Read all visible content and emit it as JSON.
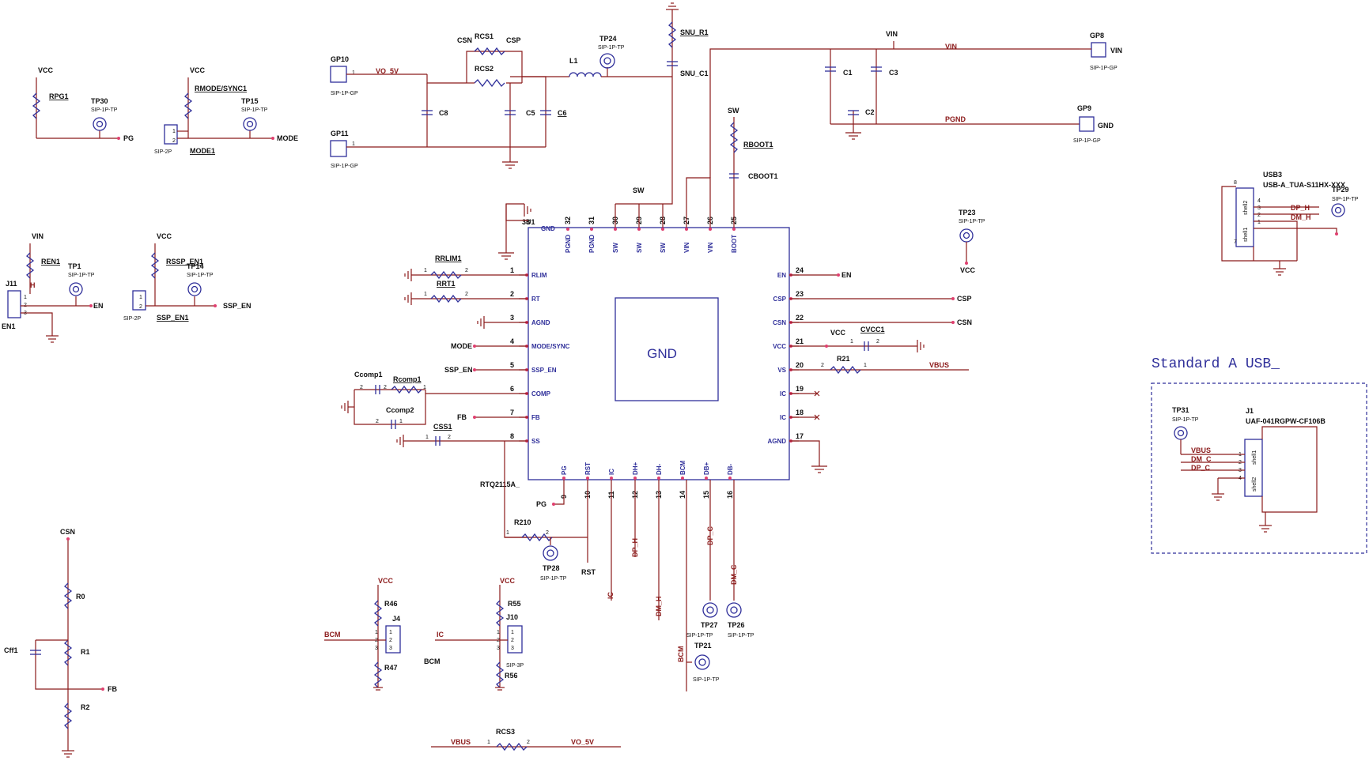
{
  "ic": {
    "ref": "U1",
    "part": "RTQ2115A_",
    "center_label": "GND",
    "left_pins": [
      {
        "num": "1",
        "name": "RLIM"
      },
      {
        "num": "2",
        "name": "RT"
      },
      {
        "num": "3",
        "name": "AGND"
      },
      {
        "num": "4",
        "name": "MODE/SYNC"
      },
      {
        "num": "5",
        "name": "SSP_EN"
      },
      {
        "num": "6",
        "name": "COMP"
      },
      {
        "num": "7",
        "name": "FB"
      },
      {
        "num": "8",
        "name": "SS"
      }
    ],
    "right_pins": [
      {
        "num": "24",
        "name": "EN"
      },
      {
        "num": "23",
        "name": "CSP"
      },
      {
        "num": "22",
        "name": "CSN"
      },
      {
        "num": "21",
        "name": "VCC"
      },
      {
        "num": "20",
        "name": "VS"
      },
      {
        "num": "19",
        "name": "IC"
      },
      {
        "num": "18",
        "name": "IC"
      },
      {
        "num": "17",
        "name": "AGND"
      }
    ],
    "top_pins": [
      {
        "num": "32",
        "name": "PGND"
      },
      {
        "num": "31",
        "name": "PGND"
      },
      {
        "num": "30",
        "name": "SW"
      },
      {
        "num": "29",
        "name": "SW"
      },
      {
        "num": "28",
        "name": "SW"
      },
      {
        "num": "27",
        "name": "VIN"
      },
      {
        "num": "26",
        "name": "VIN"
      },
      {
        "num": "25",
        "name": "BOOT"
      }
    ],
    "bottom_pins": [
      {
        "num": "9",
        "name": "PG"
      },
      {
        "num": "10",
        "name": "RST"
      },
      {
        "num": "11",
        "name": "IC"
      },
      {
        "num": "12",
        "name": "DH+"
      },
      {
        "num": "13",
        "name": "DH-"
      },
      {
        "num": "14",
        "name": "BCM"
      },
      {
        "num": "15",
        "name": "DB+"
      },
      {
        "num": "16",
        "name": "DB-"
      }
    ],
    "gnd_pin": {
      "num": "33",
      "name": "GND"
    }
  },
  "labels": {
    "vcc": "VCC",
    "vin": "VIN",
    "vbus": "VBUS",
    "vo_5v": "VO_5V",
    "pgnd": "PGND",
    "gnd": "GND",
    "en": "EN",
    "pg": "PG",
    "mode": "MODE",
    "ssp_en": "SSP_EN",
    "csp": "CSP",
    "csn": "CSN",
    "sw": "SW",
    "fb": "FB",
    "ic": "IC",
    "bcm": "BCM",
    "rst": "RST",
    "dp_h": "DP_H",
    "dm_h": "DM_H",
    "dp_c": "DP_C",
    "dm_c": "DM_C",
    "h": "H"
  },
  "refs": {
    "rpg1": "RPG1",
    "tp30": "TP30",
    "rmode": "RMODE/SYNC1",
    "tp15": "TP15",
    "mode1": "MODE1",
    "sip2p": "SIP-2P",
    "tp1p": "SIP-1P-TP",
    "gp10": "GP10",
    "gp11": "GP11",
    "sip1pgp": "SIP-1P-GP",
    "rcs1": "RCS1",
    "rcs2": "RCS2",
    "c8": "C8",
    "c5": "C5",
    "c6": "C6",
    "l1": "L1",
    "tp24": "TP24",
    "snu_r1": "SNU_R1",
    "snu_c1": "SNU_C1",
    "c1": "C1",
    "c2": "C2",
    "c3": "C3",
    "gp8": "GP8",
    "gp9": "GP9",
    "rboot1": "RBOOT1",
    "cboot1": "CBOOT1",
    "tp23": "TP23",
    "ren1": "REN1",
    "tp1": "TP1",
    "j11": "J11",
    "en1": "EN1",
    "rssp": "RSSP_EN1",
    "tp14": "TP14",
    "ssp_en1": "SSP_EN1",
    "rrlim1": "RRLIM1",
    "rrt1": "RRT1",
    "ccomp1": "Ccomp1",
    "rcomp1": "Rcomp1",
    "ccomp2": "Ccomp2",
    "css1": "CSS1",
    "cvcc1": "CVCC1",
    "r21": "R21",
    "r210": "R210",
    "tp28": "TP28",
    "tp27": "TP27",
    "tp26": "TP26",
    "tp21": "TP21",
    "r0": "R0",
    "r1": "R1",
    "r2": "R2",
    "cff1": "Cff1",
    "r46": "R46",
    "r47": "R47",
    "j4": "J4",
    "r55": "R55",
    "j10": "J10",
    "sip3p": "SIP-3P",
    "r56": "R56",
    "rcs3": "RCS3",
    "usb3": "USB3",
    "usb3_part": "USB-A_TUA-S11HX-XXX",
    "tp29": "TP29",
    "tp31": "TP31",
    "j1": "J1",
    "j1_part": "UAF-041RGPW-CF106B",
    "shell1": "shell1",
    "shell2": "shell2"
  },
  "usb_section_title": "Standard A USB_",
  "colors": {
    "wire": "#8b1a1a",
    "component": "#2f2f9a",
    "junction": "#e04070",
    "text": "#101010"
  }
}
